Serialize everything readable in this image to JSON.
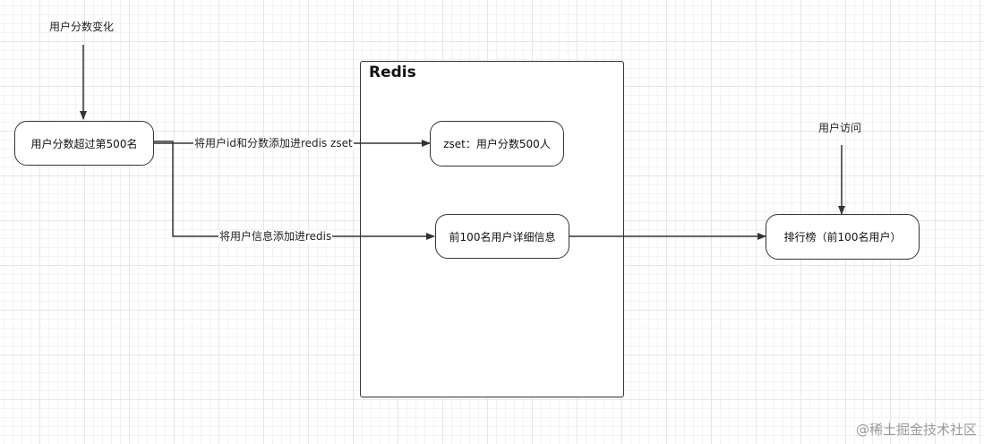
{
  "container": {
    "title": "Redis"
  },
  "nodes": {
    "score_change": "用户分数变化",
    "exceed_500": "用户分数超过第500名",
    "zset": "zset：用户分数500人",
    "top100_detail": "前100名用户详细信息",
    "user_visit": "用户访问",
    "leaderboard": "排行榜（前100名用户）"
  },
  "edges": {
    "add_zset": "将用户id和分数添加进redis zset",
    "add_info": "将用户信息添加进redis"
  },
  "watermark": "@稀土掘金技术社区",
  "colors": {
    "stroke": "#333333",
    "grid": "#e6e6e6",
    "watermark": "#9a9a9a"
  }
}
